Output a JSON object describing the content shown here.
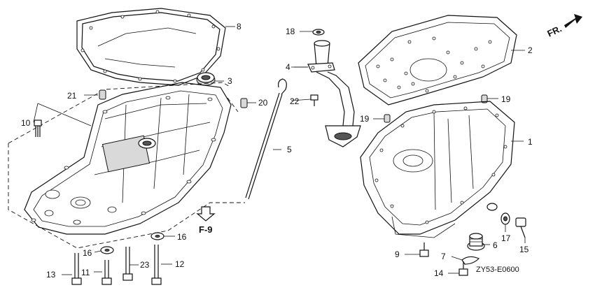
{
  "diagram": {
    "callouts": [
      "1",
      "2",
      "3",
      "4",
      "5",
      "6",
      "7",
      "8",
      "9",
      "10",
      "11",
      "12",
      "13",
      "14",
      "15",
      "16",
      "16",
      "17",
      "18",
      "19",
      "19",
      "20",
      "21",
      "22",
      "23"
    ],
    "reference_label": "F-9",
    "direction_label": "FR.",
    "diagram_code": "ZY53-E0600"
  }
}
